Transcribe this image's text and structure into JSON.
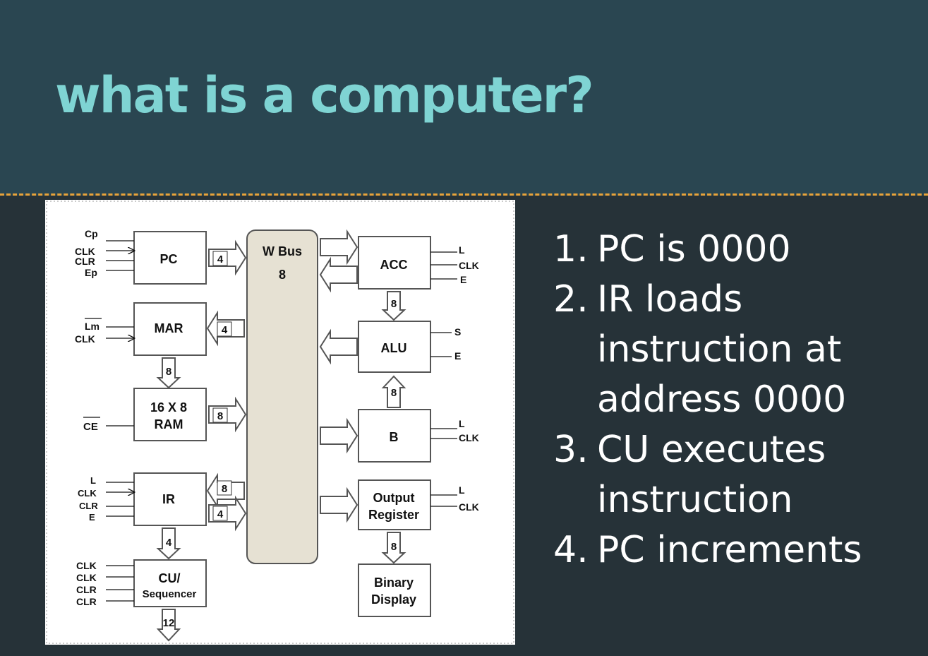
{
  "slide": {
    "title": "what is a computer?",
    "colors": {
      "header_bg": "#2a4651",
      "body_bg": "#263238",
      "title": "#7fd4d3",
      "divider": "#e8a33a",
      "text": "#ffffff",
      "bus_fill": "#e6e1d3"
    }
  },
  "diagram": {
    "bus": {
      "label": "W Bus",
      "width": "8"
    },
    "blocks": {
      "pc": "PC",
      "mar": "MAR",
      "ram_line1": "16 X 8",
      "ram_line2": "RAM",
      "ir": "IR",
      "cu_line1": "CU/",
      "cu_line2": "Sequencer",
      "acc": "ACC",
      "alu": "ALU",
      "b": "B",
      "out_line1": "Output",
      "out_line2": "Register",
      "disp_line1": "Binary",
      "disp_line2": "Display"
    },
    "widths": {
      "pc_bus": "4",
      "mar_bus": "4",
      "mar_ram": "8",
      "ram_bus": "8",
      "ir_in": "8",
      "ir_out": "4",
      "ir_cu": "4",
      "cu_out": "12",
      "acc_alu": "8",
      "b_alu": "8",
      "out_disp": "8"
    },
    "signals": {
      "pc": [
        "Cp",
        "CLK",
        "CLR",
        "Ep"
      ],
      "mar": [
        "Lm",
        "CLK"
      ],
      "ram": [
        "CE"
      ],
      "ir": [
        "L",
        "CLK",
        "CLR",
        "E"
      ],
      "cu": [
        "CLK",
        "CLK",
        "CLR",
        "CLR"
      ],
      "acc": [
        "L",
        "CLK",
        "E"
      ],
      "alu": [
        "S",
        "E"
      ],
      "b": [
        "L",
        "CLK"
      ],
      "out": [
        "L",
        "CLK"
      ]
    }
  },
  "steps": [
    {
      "num": "1.",
      "text": "PC is 0000"
    },
    {
      "num": "2.",
      "text": "IR loads instruction at address 0000"
    },
    {
      "num": "3.",
      "text": "CU executes instruction"
    },
    {
      "num": "4.",
      "text": "PC increments"
    }
  ]
}
